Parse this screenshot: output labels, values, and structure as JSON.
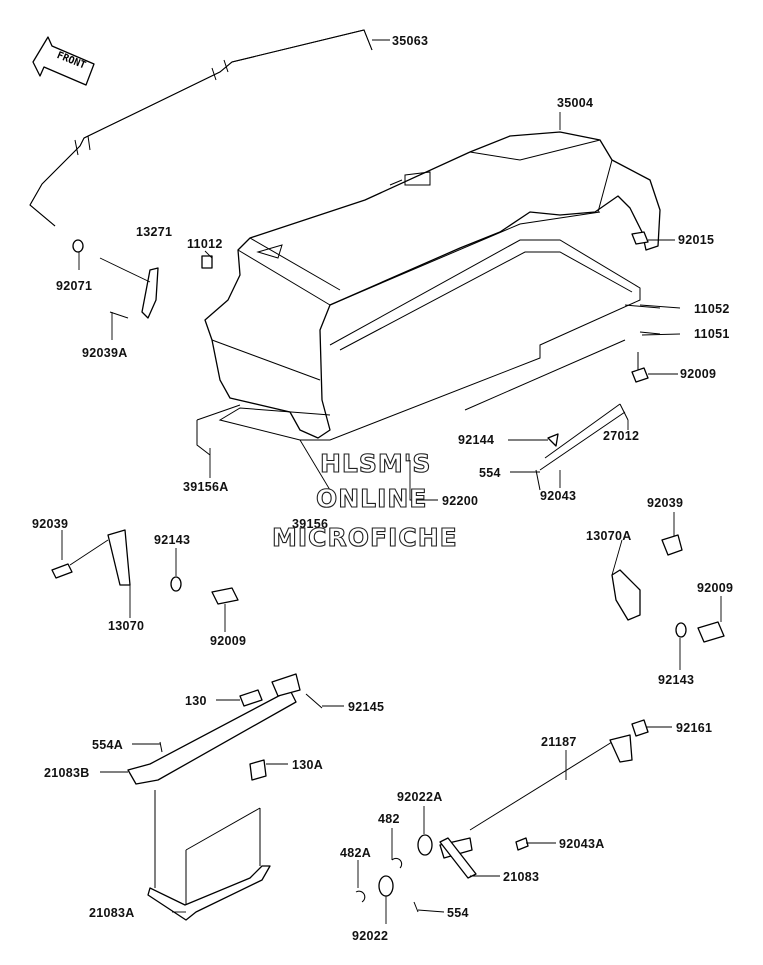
{
  "front_arrow_label": "FRONT",
  "watermark": {
    "line1": "HLSM'S",
    "line2": "ONLINE",
    "line3": "MICROFICHE"
  },
  "part_labels": {
    "p35063": "35063",
    "p35004": "35004",
    "p13271": "13271",
    "p11012": "11012",
    "p92071": "92071",
    "p92039A": "92039A",
    "p92015": "92015",
    "p11052": "11052",
    "p11051": "11051",
    "p92009_a": "92009",
    "p92144": "92144",
    "p27012": "27012",
    "p554_a": "554",
    "p92043": "92043",
    "p39156A": "39156A",
    "p92200": "92200",
    "p39156": "39156",
    "p92039_left": "92039",
    "p92143_left": "92143",
    "p13070": "13070",
    "p92009_b": "92009",
    "p92039_right": "92039",
    "p13070A": "13070A",
    "p92009_c": "92009",
    "p92143_right": "92143",
    "p130": "130",
    "p92145": "92145",
    "p554A": "554A",
    "p21083B": "21083B",
    "p130A": "130A",
    "p21083A": "21083A",
    "p21187": "21187",
    "p92161": "92161",
    "p92022A": "92022A",
    "p482": "482",
    "p482A": "482A",
    "p92043A": "92043A",
    "p21083": "21083",
    "p554_b": "554",
    "p92022": "92022"
  }
}
